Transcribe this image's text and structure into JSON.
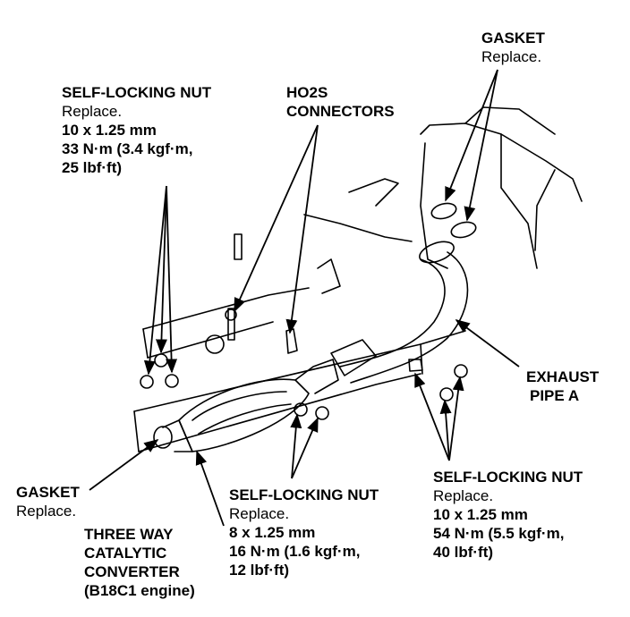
{
  "labels": {
    "gasket_top": {
      "title": "GASKET",
      "lines": [
        "Replace."
      ]
    },
    "self_locking_nut_top_left": {
      "title": "SELF-LOCKING NUT",
      "lines": [
        "Replace.",
        "10 x 1.25 mm",
        "33 N·m (3.4 kgf·m,",
        "25 lbf·ft)"
      ]
    },
    "ho2s_connectors": {
      "lines": [
        "HO2S",
        "CONNECTORS"
      ]
    },
    "exhaust_pipe_a": {
      "lines": [
        "EXHAUST",
        "PIPE A"
      ]
    },
    "gasket_left": {
      "title": "GASKET",
      "lines": [
        "Replace."
      ]
    },
    "three_way_catalytic_converter": {
      "lines": [
        "THREE WAY",
        "CATALYTIC",
        "CONVERTER",
        "(B18C1 engine)"
      ]
    },
    "self_locking_nut_bottom_center": {
      "title": "SELF-LOCKING NUT",
      "lines": [
        "Replace.",
        "8 x 1.25 mm",
        "16 N·m (1.6 kgf·m,",
        "12 lbf·ft)"
      ]
    },
    "self_locking_nut_bottom_right": {
      "title": "SELF-LOCKING NUT",
      "lines": [
        "Replace.",
        "10 x 1.25 mm",
        "54 N·m (5.5 kgf·m,",
        "40 lbf·ft)"
      ]
    }
  }
}
